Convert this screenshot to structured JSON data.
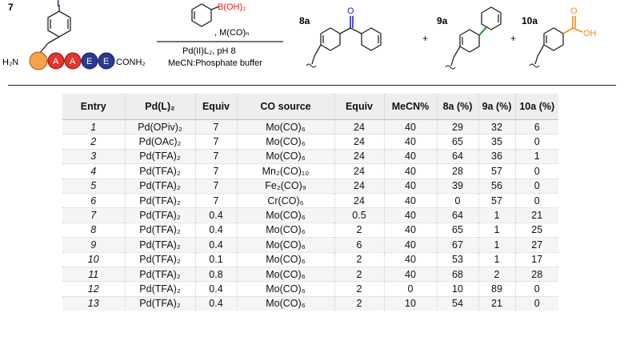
{
  "scheme": {
    "compound_number": "7",
    "iodo_label": "I",
    "n_term": "H₂N",
    "residues": [
      "A",
      "A",
      "E",
      "E"
    ],
    "c_term": "CONH₂",
    "boronic_acid": "B(OH)₂",
    "reagent_co": ", M(CO)ₙ",
    "conditions_line1": "Pd(II)L₂, pH 8",
    "conditions_line2": "MeCN:Phosphate buffer",
    "product_labels": [
      "8a",
      "9a",
      "10a"
    ],
    "plus": "+",
    "ketone_O": "O",
    "acid_O": "O",
    "acid_OH": "OH",
    "colors": {
      "iodo": "#6a2c91",
      "boron": "#e0201c",
      "ketone": "#2424c8",
      "biaryl_bond": "#1f8f2c",
      "acid": "#f08c1c",
      "res_A": "#e3342f",
      "res_E": "#2b3890",
      "ball": "#f6a24a"
    }
  },
  "table": {
    "headers": [
      "Entry",
      "Pd(L)₂",
      "Equiv",
      "CO source",
      "Equiv",
      "MeCN%",
      "8a (%)",
      "9a (%)",
      "10a (%)"
    ],
    "rows": [
      [
        "1",
        "Pd(OPiv)₂",
        "7",
        "Mo(CO)₆",
        "24",
        "40",
        "29",
        "32",
        "6"
      ],
      [
        "2",
        "Pd(OAc)₂",
        "7",
        "Mo(CO)₆",
        "24",
        "40",
        "65",
        "35",
        "0"
      ],
      [
        "3",
        "Pd(TFA)₂",
        "7",
        "Mo(CO)₆",
        "24",
        "40",
        "64",
        "36",
        "1"
      ],
      [
        "4",
        "Pd(TFA)₂",
        "7",
        "Mn₂(CO)₁₀",
        "24",
        "40",
        "28",
        "57",
        "0"
      ],
      [
        "5",
        "Pd(TFA)₂",
        "7",
        "Fe₂(CO)₉",
        "24",
        "40",
        "39",
        "56",
        "0"
      ],
      [
        "6",
        "Pd(TFA)₂",
        "7",
        "Cr(CO)₆",
        "24",
        "40",
        "0",
        "57",
        "0"
      ],
      [
        "7",
        "Pd(TFA)₂",
        "0.4",
        "Mo(CO)₆",
        "0.5",
        "40",
        "64",
        "1",
        "21"
      ],
      [
        "8",
        "Pd(TFA)₂",
        "0.4",
        "Mo(CO)₆",
        "2",
        "40",
        "65",
        "1",
        "25"
      ],
      [
        "9",
        "Pd(TFA)₂",
        "0.4",
        "Mo(CO)₆",
        "6",
        "40",
        "67",
        "1",
        "27"
      ],
      [
        "10",
        "Pd(TFA)₂",
        "0.1",
        "Mo(CO)₆",
        "2",
        "40",
        "53",
        "1",
        "17"
      ],
      [
        "11",
        "Pd(TFA)₂",
        "0.8",
        "Mo(CO)₆",
        "2",
        "40",
        "68",
        "2",
        "28"
      ],
      [
        "12",
        "Pd(TFA)₂",
        "0.4",
        "Mo(CO)₆",
        "2",
        "0",
        "10",
        "89",
        "0"
      ],
      [
        "13",
        "Pd(TFA)₂",
        "0.4",
        "Mo(CO)₆",
        "2",
        "10",
        "54",
        "21",
        "0"
      ]
    ]
  }
}
